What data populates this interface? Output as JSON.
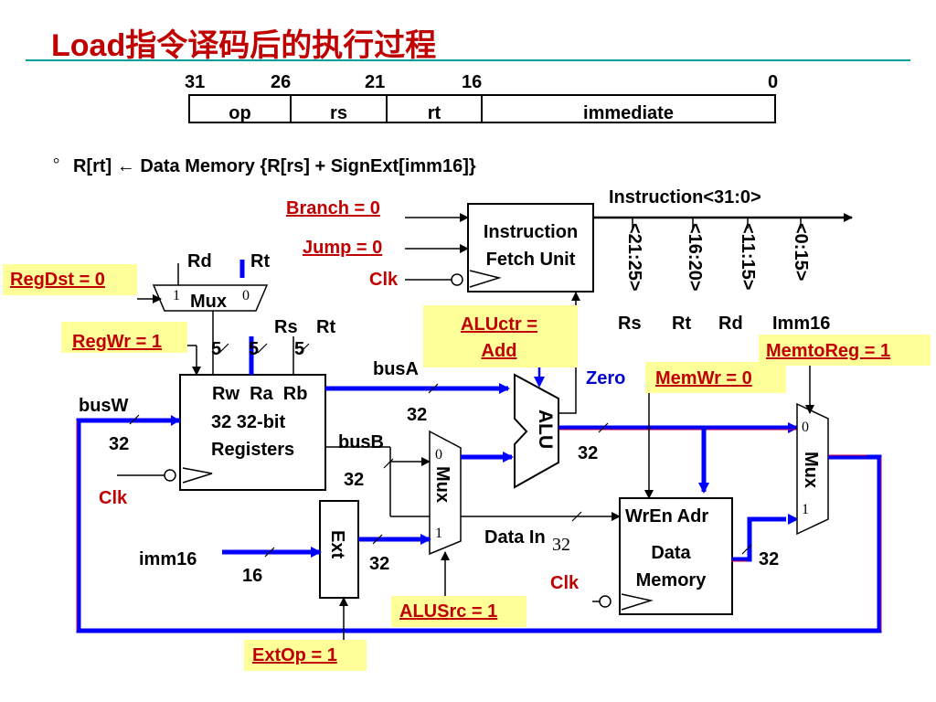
{
  "title": "Load指令译码后的执行过程",
  "format": {
    "bit_positions": [
      "31",
      "26",
      "21",
      "16",
      "0"
    ],
    "fields": [
      "op",
      "rs",
      "rt",
      "immediate"
    ]
  },
  "operation": {
    "bullet": "°",
    "text": "R[rt] ← Data Memory {R[rs] + SignExt[imm16]}"
  },
  "control_signals": {
    "branch": "Branch = 0",
    "jump": "Jump = 0",
    "regdst": "RegDst = 0",
    "regwr": "RegWr = 1",
    "aluctr_line1": "ALUctr =",
    "aluctr_line2": "Add",
    "memtoreg": "MemtoReg = 1",
    "memwr": "MemWr = 0",
    "alusrc": "ALUSrc = 1",
    "extop": "ExtOp = 1"
  },
  "ifu": {
    "line1": "Instruction",
    "line2": "Fetch Unit",
    "clk": "Clk"
  },
  "instruction_bus": {
    "label": "Instruction<31:0>",
    "fields": [
      "<21:25>",
      "<16:20>",
      "<11:15>",
      "<0:15>"
    ],
    "names": [
      "Rs",
      "Rt",
      "Rd",
      "Imm16"
    ]
  },
  "regdst_mux": {
    "in_rd": "Rd",
    "in_rt": "Rt",
    "label": "Mux",
    "sel1": "1",
    "sel0": "0"
  },
  "register_file": {
    "ports": "Rw  Ra  Rb",
    "line1": "32 32-bit",
    "line2": "Registers",
    "rs": "Rs",
    "rt": "Rt",
    "widths": [
      "5",
      "5",
      "5"
    ],
    "clk": "Clk"
  },
  "buses": {
    "busW": "busW",
    "busW_width": "32",
    "busA": "busA",
    "busA_width": "32",
    "busB": "busB",
    "busB_width": "32",
    "alu_out_width": "32",
    "imm16": "imm16",
    "imm16_width": "16",
    "ext_out_width": "32",
    "datain": "Data In",
    "datain_width": "32",
    "mem_out_width": "32"
  },
  "alu": {
    "label": "ALU",
    "zero": "Zero"
  },
  "alusrc_mux": {
    "label": "Mux",
    "sel0": "0",
    "sel1": "1"
  },
  "ext": {
    "label": "Ext"
  },
  "data_memory": {
    "ports": "WrEn Adr",
    "line1": "Data",
    "line2": "Memory",
    "clk": "Clk"
  },
  "memtoreg_mux": {
    "label": "Mux",
    "sel0": "0",
    "sel1": "1"
  },
  "colors": {
    "title": "#c00000",
    "signal": "#c00000",
    "highlight_box": "#ffff99",
    "active_bus": "#0000ff",
    "inactive_bus": "#cc0044",
    "rule": "#00a0a0"
  }
}
